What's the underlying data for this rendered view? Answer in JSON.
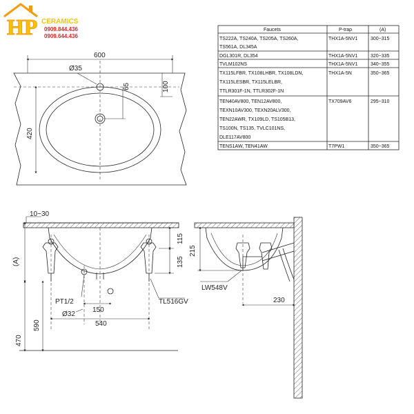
{
  "brand": {
    "logo_letters": "HP",
    "name": "CERAMICS",
    "phone_1": "0909.844.436",
    "phone_2": "0909.644.436",
    "colors": {
      "orange": "#f39c12",
      "red": "#e02020",
      "yellow": "#f5c400"
    }
  },
  "table": {
    "headers": [
      "Faucets",
      "P-trap",
      "(A)"
    ],
    "rows": [
      {
        "faucets": [
          "TS222A, TS240A, TS205A, TS260A,",
          "TS561A, DL345A"
        ],
        "ptrap": "THX1A-5NV1",
        "a": "300~315"
      },
      {
        "faucets": [
          "DGL301R, DL354"
        ],
        "ptrap": "THX1A-5NV1",
        "a": "320~335"
      },
      {
        "faucets": [
          "TVLM102NS"
        ],
        "ptrap": "THX1A-5NV1",
        "a": "340~355"
      },
      {
        "faucets": [
          "TX115LFBR, TX108LHBR, TX108LDN,",
          "TX115LESBR, TX115LELBR,",
          "TTLR301F-1N, TTLR302F-1N"
        ],
        "ptrap": "THX1A-5N",
        "a": "350~365"
      },
      {
        "faucets": [
          "TEN40AV800, TEN12AV800,",
          "TEXN10AV300, TEXN20ALV300,",
          "TEN22AWR, TX109LD, TS105B13,",
          "TS100N, TS135, TVLC101NS,",
          "DLE117AV800"
        ],
        "ptrap": "TX709AV6",
        "a": "295~310"
      },
      {
        "faucets": [
          "TENS1AW, TEN41AW"
        ],
        "ptrap": "T7PW1",
        "a": "350~365"
      }
    ]
  },
  "top_view": {
    "width": "600",
    "hole_dia": "Ø35",
    "offset_65": "65",
    "offset_100": "100",
    "height_420": "420"
  },
  "front_view": {
    "deck": "10~30",
    "d115": "115",
    "d135": "135",
    "a_label": "(A)",
    "pt": "PT1/2",
    "d150": "150",
    "dia32": "Ø32",
    "d540": "540",
    "d590": "590",
    "d470": "470",
    "part": "TL516GV"
  },
  "side_view": {
    "d215": "215",
    "part": "LW548V",
    "d230": "230"
  }
}
